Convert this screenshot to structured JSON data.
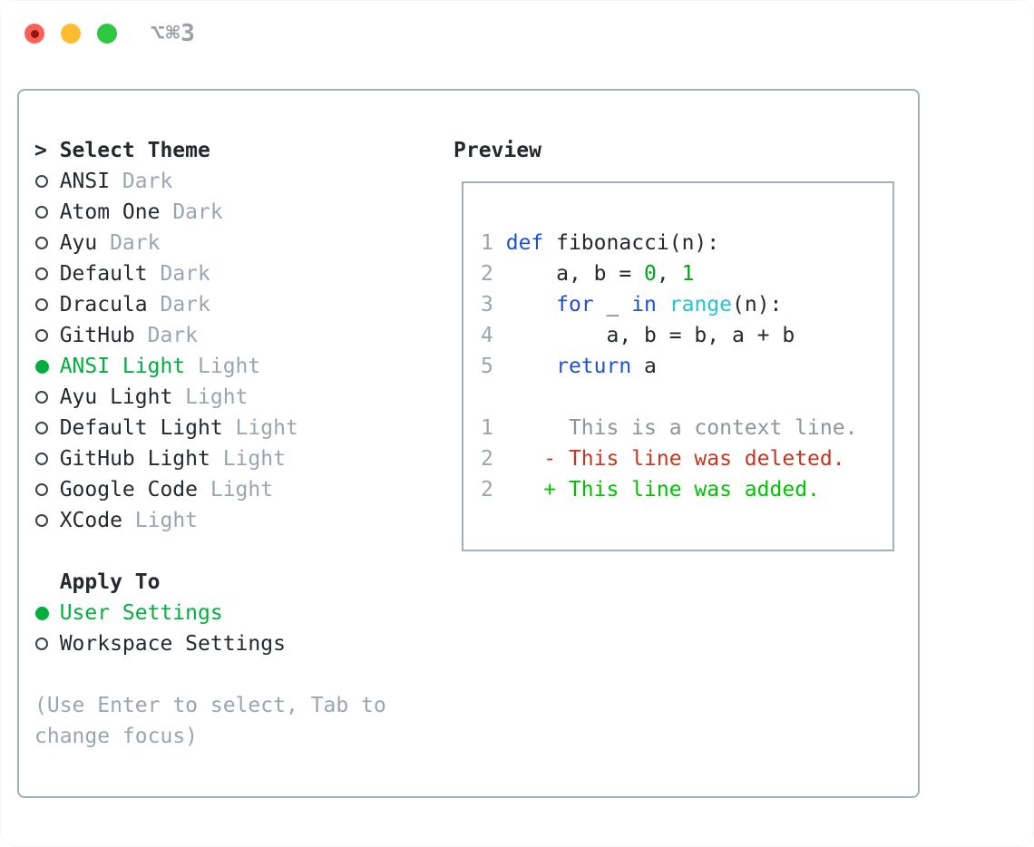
{
  "window": {
    "title_shortcut": "⌥⌘3"
  },
  "left": {
    "cursor": ">",
    "select_title": "Select Theme",
    "themes": [
      {
        "name": "ANSI",
        "variant": "Dark",
        "selected": false
      },
      {
        "name": "Atom One",
        "variant": "Dark",
        "selected": false
      },
      {
        "name": "Ayu",
        "variant": "Dark",
        "selected": false
      },
      {
        "name": "Default",
        "variant": "Dark",
        "selected": false
      },
      {
        "name": "Dracula",
        "variant": "Dark",
        "selected": false
      },
      {
        "name": "GitHub",
        "variant": "Dark",
        "selected": false
      },
      {
        "name": "ANSI Light",
        "variant": "Light",
        "selected": true
      },
      {
        "name": "Ayu Light",
        "variant": "Light",
        "selected": false
      },
      {
        "name": "Default Light",
        "variant": "Light",
        "selected": false
      },
      {
        "name": "GitHub Light",
        "variant": "Light",
        "selected": false
      },
      {
        "name": "Google Code",
        "variant": "Light",
        "selected": false
      },
      {
        "name": "XCode",
        "variant": "Light",
        "selected": false
      }
    ],
    "apply_title": "Apply To",
    "apply_options": [
      {
        "label": "User Settings",
        "selected": true
      },
      {
        "label": "Workspace Settings",
        "selected": false
      }
    ],
    "hint": "(Use Enter to select, Tab to change focus)"
  },
  "preview": {
    "title": "Preview",
    "code_lines": [
      {
        "num": "1",
        "tokens": [
          {
            "text": " ",
            "cls": "fg"
          },
          {
            "text": "def",
            "cls": "kw"
          },
          {
            "text": " fibonacci(n):",
            "cls": "fg"
          }
        ]
      },
      {
        "num": "2",
        "tokens": [
          {
            "text": "     a, b = ",
            "cls": "fg"
          },
          {
            "text": "0",
            "cls": "num"
          },
          {
            "text": ", ",
            "cls": "fg"
          },
          {
            "text": "1",
            "cls": "num"
          }
        ]
      },
      {
        "num": "3",
        "tokens": [
          {
            "text": "     ",
            "cls": "fg"
          },
          {
            "text": "for",
            "cls": "kw"
          },
          {
            "text": " _ ",
            "cls": "fg"
          },
          {
            "text": "in",
            "cls": "kw"
          },
          {
            "text": " ",
            "cls": "fg"
          },
          {
            "text": "range",
            "cls": "builtin"
          },
          {
            "text": "(n):",
            "cls": "fg"
          }
        ]
      },
      {
        "num": "4",
        "tokens": [
          {
            "text": "         a, b = b, a + b",
            "cls": "fg"
          }
        ]
      },
      {
        "num": "5",
        "tokens": [
          {
            "text": "     ",
            "cls": "fg"
          },
          {
            "text": "return",
            "cls": "kw"
          },
          {
            "text": " a",
            "cls": "fg"
          }
        ]
      }
    ],
    "diff_lines": [
      {
        "num": "1",
        "tokens": [
          {
            "text": "      This is a context line.",
            "cls": "ctx"
          }
        ]
      },
      {
        "num": "2",
        "tokens": [
          {
            "text": "    ",
            "cls": "fg"
          },
          {
            "text": "- This line was deleted.",
            "cls": "del"
          }
        ]
      },
      {
        "num": "2",
        "tokens": [
          {
            "text": "    ",
            "cls": "fg"
          },
          {
            "text": "+ This line was added.",
            "cls": "add"
          }
        ]
      }
    ]
  },
  "colors": {
    "text": "#24292f",
    "dim": "#9aa5b2",
    "border": "#a6aeb8",
    "radio_ring": "#3c424a",
    "accent_green": "#00b03c",
    "keyword_blue": "#1d52d3",
    "builtin_cyan": "#22c3d6",
    "number_green": "#00a513",
    "added_green": "#00c300",
    "deleted_red": "#c8341f",
    "context_gray": "#8d949c",
    "traffic_red": "#ff5f57",
    "traffic_red_dot": "#8c1a11",
    "traffic_yellow": "#febc2e",
    "traffic_green": "#2bc840",
    "titlebar_gray": "#9aa0a6"
  }
}
